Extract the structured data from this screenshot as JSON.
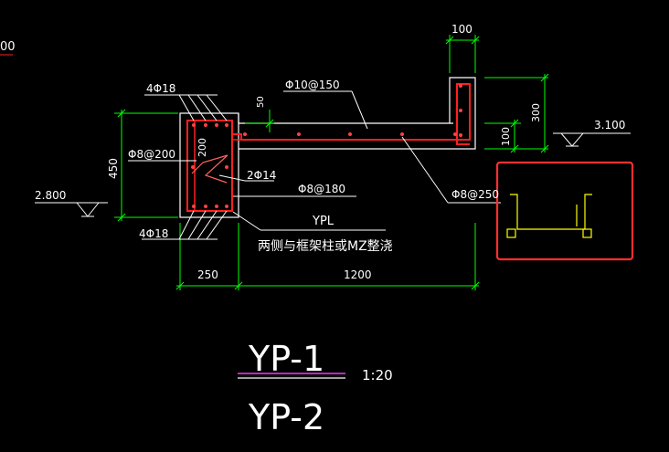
{
  "drawing": {
    "top_left_fragment": "00",
    "dim_top_width": "100",
    "bar_top": "Φ10@150",
    "dim_50": "50",
    "beam_top_rebar": "4Φ18",
    "beam_bottom_rebar": "4Φ18",
    "beam_height": "450",
    "stirrup_label": "Φ8@200",
    "inner_200": "200",
    "bar_2phi14": "2Φ14",
    "bar_phi8_180": "Φ8@180",
    "bar_phi8_250": "Φ8@250",
    "elev_left": "2.800",
    "elev_right": "3.100",
    "dim_300": "300",
    "dim_100_right": "100",
    "beam_name": "YPL",
    "note": "两侧与框架柱或MZ整浇",
    "dim_250": "250",
    "dim_1200": "1200",
    "title_top": "YP-1",
    "title_bottom": "YP-2",
    "scale": "1:20"
  },
  "colors": {
    "background": "#000000",
    "white_line": "#ffffff",
    "dimension": "#00ff00",
    "rebar": "#ff2020",
    "highlight_box": "#ff3030",
    "yellow_detail": "#ffff00",
    "underline_magenta": "#ff33ff"
  }
}
